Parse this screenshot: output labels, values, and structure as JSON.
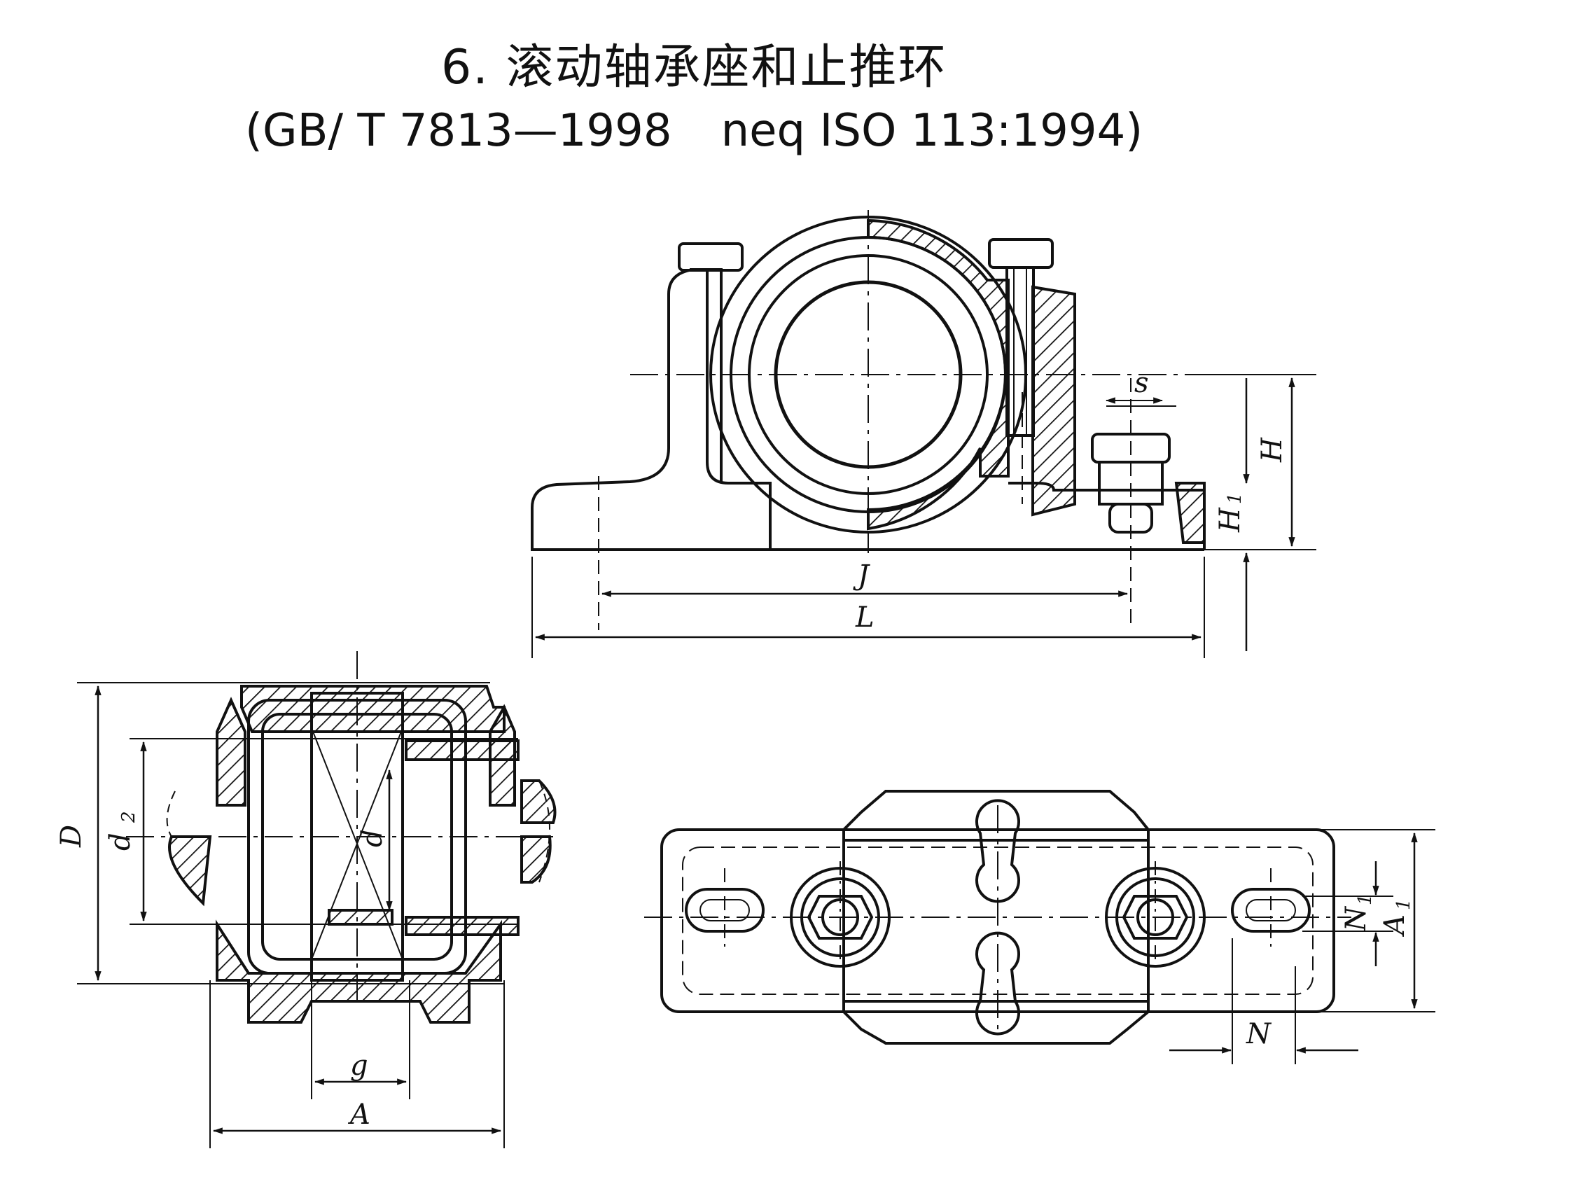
{
  "title": {
    "line1": "6. 滚动轴承座和止推环",
    "std": "(GB/ T 7813—1998",
    "ref": "neq ISO 113:1994)"
  },
  "labels": {
    "J": "J",
    "L": "L",
    "H": "H",
    "H1": "H",
    "H1_sub": "1",
    "s": "s",
    "D": "D",
    "d2": "d",
    "d2_sub": "2",
    "d": "d",
    "g": "g",
    "A": "A",
    "N": "N",
    "N1": "N",
    "N1_sub": "1",
    "A1": "A",
    "A1_sub": "1"
  }
}
